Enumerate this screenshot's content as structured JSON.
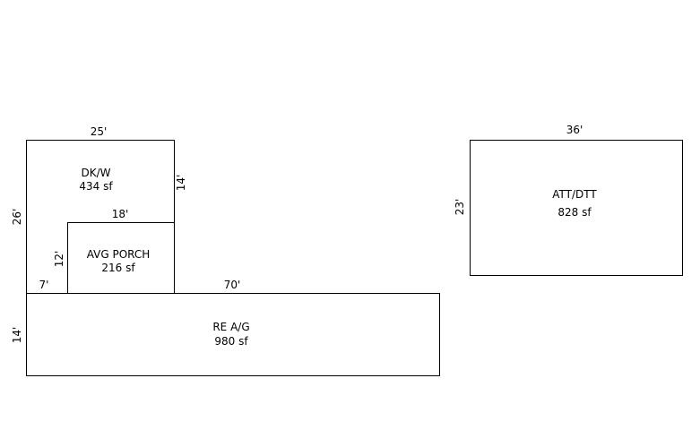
{
  "sketch": {
    "dk_w": {
      "name": "DK/W",
      "area": "434 sf",
      "top_dim": "25'",
      "left_dim": "26'",
      "right_dim": "14'"
    },
    "avg_porch": {
      "name": "AVG PORCH",
      "area": "216 sf",
      "top_dim": "18'",
      "left_dim": "12'"
    },
    "re_ag": {
      "name": "RE A/G",
      "area": "980 sf",
      "top_dim": "70'",
      "left_dim": "14'",
      "offset_dim": "7'"
    },
    "att_dtt": {
      "name": "ATT/DTT",
      "area": "828 sf",
      "top_dim": "36'",
      "left_dim": "23'"
    },
    "colors": {
      "line": "#000000",
      "background": "#ffffff"
    }
  }
}
